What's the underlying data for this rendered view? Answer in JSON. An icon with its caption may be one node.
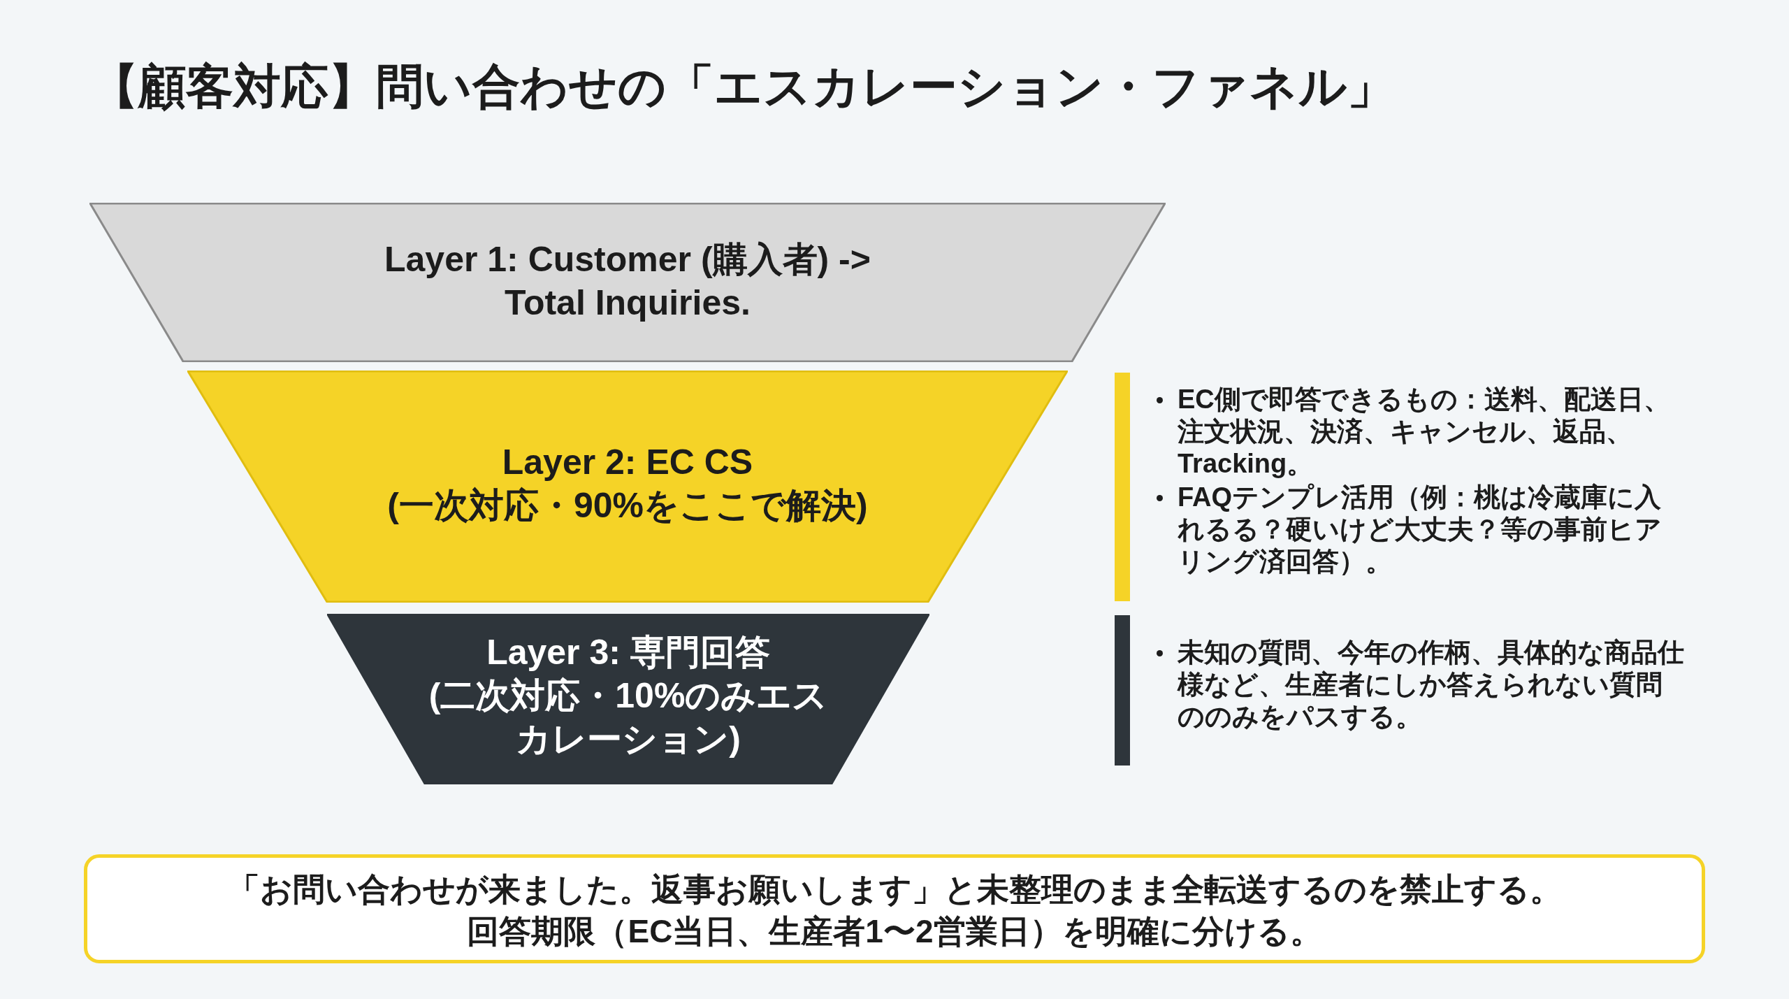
{
  "diagram": {
    "title": "【顧客対応】問い合わせの「エスカレーション・ファネル」",
    "nodes": [
      {
        "text": [
          "Layer 1: Customer (購入者) -> Total Inquiries."
        ]
      },
      {
        "text": [
          "Layer 2: EC CS",
          "(一次対応・90%をここで解決)"
        ]
      },
      {
        "text": [],
        "shape": "bar",
        "beside": [
          "EC側で即答できるもの：送料、配送日、注文状況、決済、キャンセル、返品、Tracking。",
          "FAQテンプレ活用（例：桃は冷蔵庫に入れるる？硬いけど大丈夫？等の事前ヒアリング済回答）。"
        ]
      },
      {
        "text": [
          "Layer 3: 専門回答",
          "(二次対応・10%のみエスカレーション)"
        ]
      },
      {
        "text": [],
        "shape": "bar",
        "beside": [
          "未知の質問、今年の作柄、具体的な商品仕様など、生産者にしか答えられない質問ののみをパスする。"
        ]
      },
      {
        "text": [
          "「お問い合わせが来ました。返事お願いします」と未整理のまま全転送するのを禁止する。",
          "回答期限（EC当日、生産者1〜2営業日）を明確に分ける。"
        ]
      }
    ]
  }
}
